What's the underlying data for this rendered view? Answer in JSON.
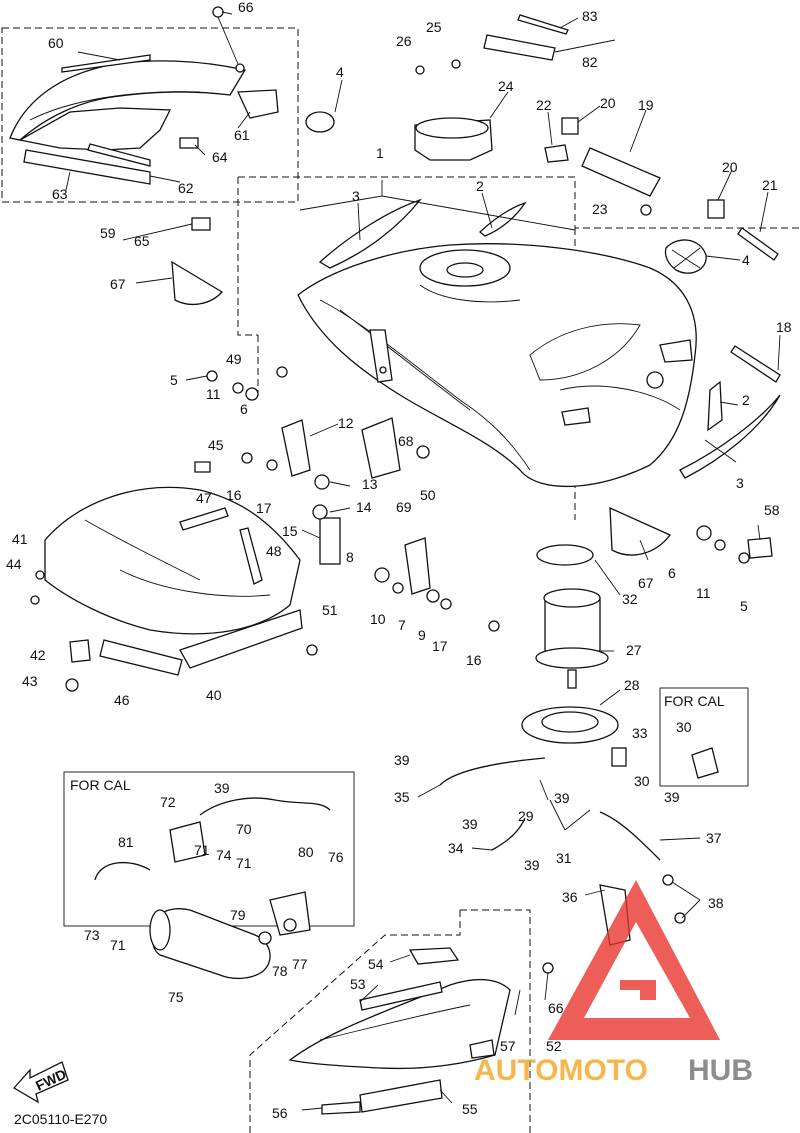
{
  "labels": {
    "p1": "1",
    "p2a": "2",
    "p2b": "2",
    "p3a": "3",
    "p3b": "3",
    "p4a": "4",
    "p4b": "4",
    "p5a": "5",
    "p5b": "5",
    "p6a": "6",
    "p6b": "6",
    "p7": "7",
    "p8": "8",
    "p9": "9",
    "p10": "10",
    "p11a": "11",
    "p11b": "11",
    "p12": "12",
    "p13": "13",
    "p14": "14",
    "p15": "15",
    "p16a": "16",
    "p16b": "16",
    "p17a": "17",
    "p17b": "17",
    "p18": "18",
    "p19": "19",
    "p20a": "20",
    "p20b": "20",
    "p21": "21",
    "p22": "22",
    "p23": "23",
    "p24": "24",
    "p25": "25",
    "p26": "26",
    "p27": "27",
    "p28": "28",
    "p29": "29",
    "p30a": "30",
    "p30b": "30",
    "p31": "31",
    "p32": "32",
    "p33": "33",
    "p34": "34",
    "p35": "35",
    "p36": "36",
    "p37": "37",
    "p38": "38",
    "p39a": "39",
    "p39b": "39",
    "p39c": "39",
    "p39d": "39",
    "p39e": "39",
    "p39f": "39",
    "p40": "40",
    "p41": "41",
    "p42": "42",
    "p43": "43",
    "p44": "44",
    "p45": "45",
    "p46": "46",
    "p47": "47",
    "p48": "48",
    "p49": "49",
    "p50": "50",
    "p51": "51",
    "p52": "52",
    "p53": "53",
    "p54": "54",
    "p55": "55",
    "p56": "56",
    "p57": "57",
    "p58": "58",
    "p59": "59",
    "p60": "60",
    "p61": "61",
    "p62": "62",
    "p63": "63",
    "p64": "64",
    "p65": "65",
    "p66a": "66",
    "p66b": "66",
    "p67a": "67",
    "p67b": "67",
    "p68": "68",
    "p69": "69",
    "p70": "70",
    "p71a": "71",
    "p71b": "71",
    "p71c": "71",
    "p72": "72",
    "p73": "73",
    "p74": "74",
    "p75": "75",
    "p76": "76",
    "p77": "77",
    "p78": "78",
    "p79": "79",
    "p80": "80",
    "p81": "81",
    "p82": "82",
    "p83": "83"
  },
  "boxes": {
    "for_cal_small": "FOR CAL",
    "for_cal_large": "FOR CAL"
  },
  "fwd_label": "FWD",
  "diagram_code": "2C05110-E270",
  "watermark": {
    "auto_moto": "AUTOMOTO",
    "hub": "HUB"
  },
  "colors": {
    "watermark_red": "#e8322b",
    "watermark_orange": "#f6a21a",
    "watermark_gray": "#6d6e71",
    "line": "#111111"
  }
}
